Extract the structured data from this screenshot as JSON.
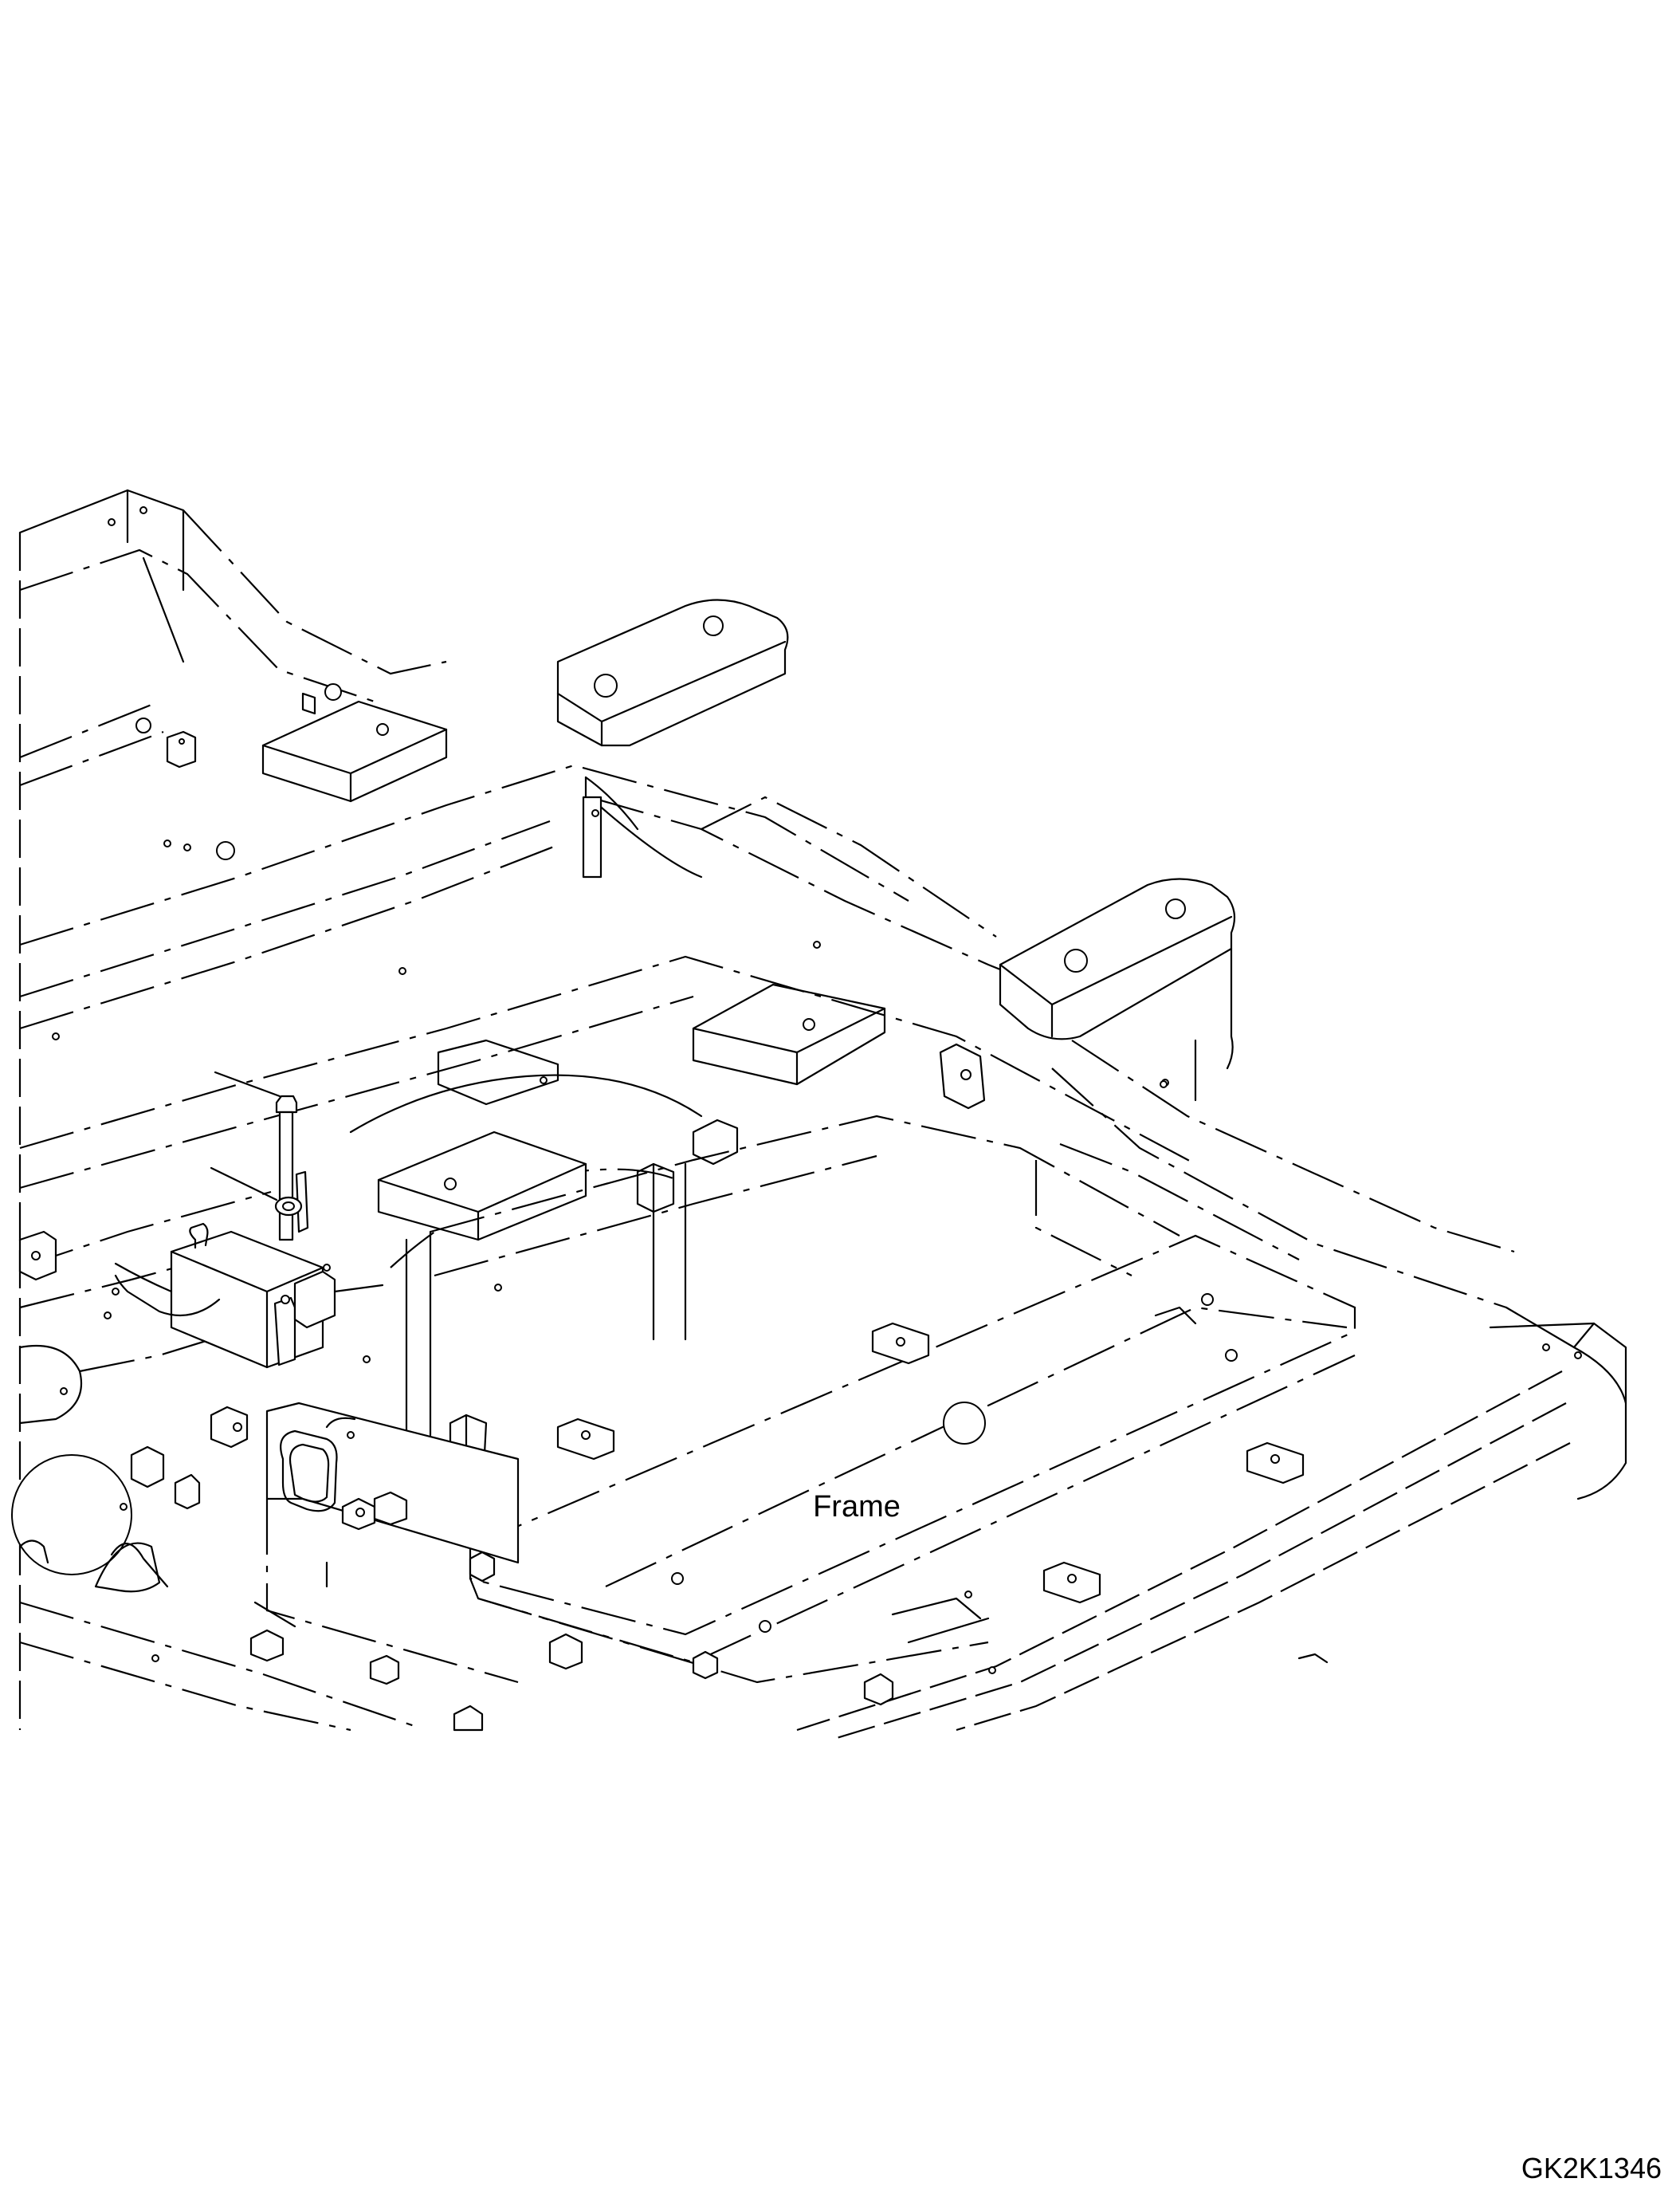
{
  "diagram": {
    "part_label": "Frame",
    "drawing_code": "GK2K1346"
  },
  "callouts": [
    {
      "id": "bolt"
    },
    {
      "id": "washer"
    },
    {
      "id": "sensor"
    }
  ]
}
